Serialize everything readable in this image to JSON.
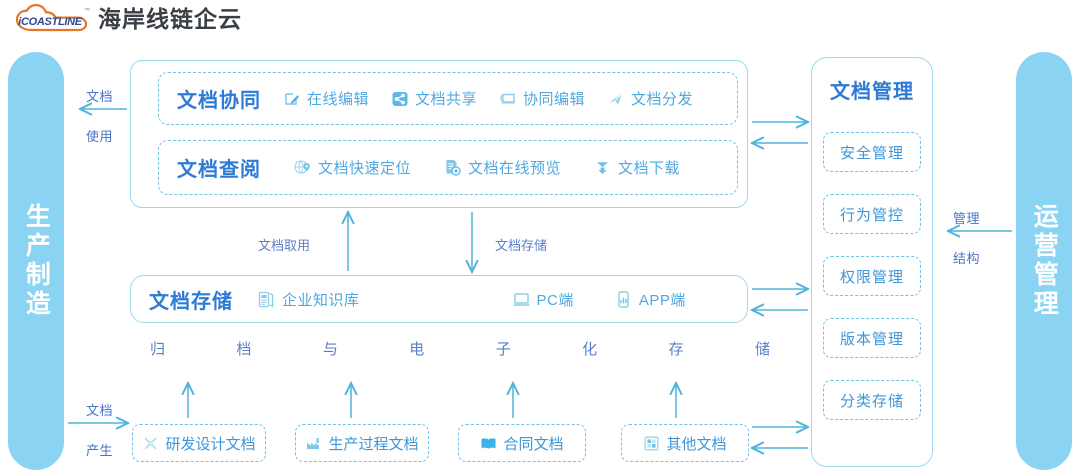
{
  "header": {
    "logo_text": "iCOASTLINE",
    "logo_tm": "™",
    "brand": "海岸线链企云",
    "logo_icon": "cloud-icon"
  },
  "colors": {
    "banner": "#8BD3F2",
    "primary": "#2D7BD6",
    "accent": "#4FA9E0",
    "border": "#9BD9F0",
    "dashed": "#6FC3E8",
    "label": "#5B7FC7",
    "logo_orange": "#E2762A"
  },
  "left_banner": {
    "text": "生产制造"
  },
  "right_banner": {
    "text": "运营管理"
  },
  "flow_labels": {
    "doc_use": {
      "line1": "文档",
      "line2": "使用"
    },
    "doc_create": {
      "line1": "文档",
      "line2": "产生"
    },
    "mgmt_structure": {
      "line1": "管理",
      "line2": "结构"
    },
    "doc_retrieve": "文档取用",
    "doc_store": "文档存储"
  },
  "panels": {
    "collaboration": {
      "title": "文档协同",
      "features": [
        {
          "label": "在线编辑",
          "icon": "edit-pencil-icon"
        },
        {
          "label": "文档共享",
          "icon": "share-nodes-icon"
        },
        {
          "label": "协同编辑",
          "icon": "laptop-icon"
        },
        {
          "label": "文档分发",
          "icon": "send-icon"
        }
      ]
    },
    "review": {
      "title": "文档查阅",
      "features": [
        {
          "label": "文档快速定位",
          "icon": "globe-pin-icon"
        },
        {
          "label": "文档在线预览",
          "icon": "document-preview-icon"
        },
        {
          "label": "文档下载",
          "icon": "download-icon"
        }
      ]
    },
    "storage": {
      "title": "文档存储",
      "features": [
        {
          "label": "企业知识库",
          "icon": "book-library-icon"
        },
        {
          "label": "PC端",
          "icon": "monitor-icon"
        },
        {
          "label": "APP端",
          "icon": "mobile-icon"
        }
      ]
    }
  },
  "archive_caption": [
    "归",
    "档",
    "与",
    "电",
    "子",
    "化",
    "存",
    "储"
  ],
  "sources": [
    {
      "label": "研发设计文档",
      "icon": "compass-drafting-icon"
    },
    {
      "label": "生产过程文档",
      "icon": "factory-icon"
    },
    {
      "label": "合同文档",
      "icon": "book-open-icon"
    },
    {
      "label": "其他文档",
      "icon": "grid-file-icon"
    }
  ],
  "management": {
    "title": "文档管理",
    "items": [
      {
        "label": "安全管理"
      },
      {
        "label": "行为管控"
      },
      {
        "label": "权限管理"
      },
      {
        "label": "版本管理"
      },
      {
        "label": "分类存储"
      }
    ]
  }
}
